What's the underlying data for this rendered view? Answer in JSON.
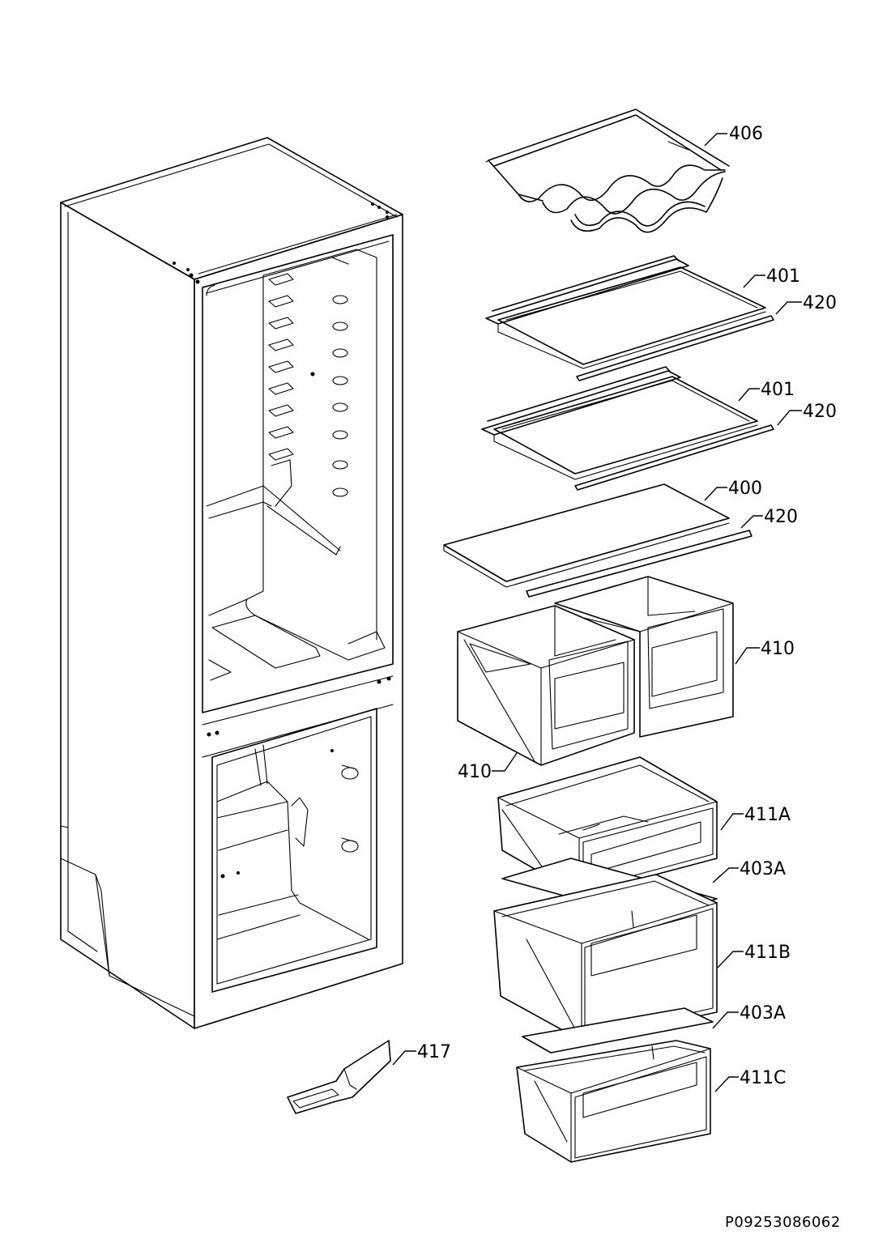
{
  "diagram": {
    "document_id": "P09253086062",
    "callouts": [
      {
        "id": "c406",
        "text": "406"
      },
      {
        "id": "c401a",
        "text": "401"
      },
      {
        "id": "c420a",
        "text": "420"
      },
      {
        "id": "c401b",
        "text": "401"
      },
      {
        "id": "c420b",
        "text": "420"
      },
      {
        "id": "c400",
        "text": "400"
      },
      {
        "id": "c420c",
        "text": "420"
      },
      {
        "id": "c410a",
        "text": "410"
      },
      {
        "id": "c410b",
        "text": "410"
      },
      {
        "id": "c411A",
        "text": "411A"
      },
      {
        "id": "c403Aa",
        "text": "403A"
      },
      {
        "id": "c411B",
        "text": "411B"
      },
      {
        "id": "c403Ab",
        "text": "403A"
      },
      {
        "id": "c411C",
        "text": "411C"
      },
      {
        "id": "c417",
        "text": "417"
      }
    ]
  }
}
